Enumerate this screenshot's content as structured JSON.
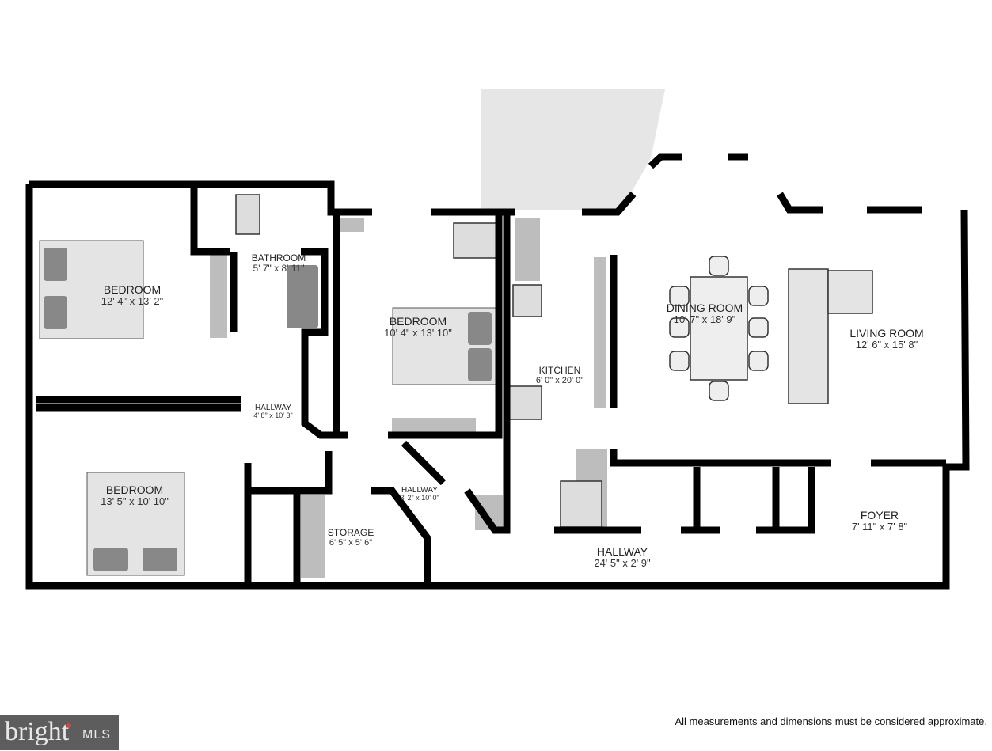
{
  "rooms": [
    {
      "name": "BEDROOM",
      "dims": "12' 4\" x 13' 2\""
    },
    {
      "name": "BATHROOM",
      "dims": "5' 7\" x 8' 11\""
    },
    {
      "name": "BEDROOM",
      "dims": "10' 4\" x 13' 10\""
    },
    {
      "name": "KITCHEN",
      "dims": "6' 0\" x 20' 0\""
    },
    {
      "name": "DINING ROOM",
      "dims": "10' 7\" x 18' 9\""
    },
    {
      "name": "LIVING ROOM",
      "dims": "12' 6\" x 15' 8\""
    },
    {
      "name": "HALLWAY",
      "dims": "4' 8\" x 10' 3\""
    },
    {
      "name": "BEDROOM",
      "dims": "13' 5\" x 10' 10\""
    },
    {
      "name": "STORAGE",
      "dims": "6' 5\" x 5' 6\""
    },
    {
      "name": "HALLWAY",
      "dims": "3' 2\" x 10' 0\""
    },
    {
      "name": "HALLWAY",
      "dims": "24' 5\" x 2' 9\""
    },
    {
      "name": "FOYER",
      "dims": "7' 11\" x 7' 8\""
    }
  ],
  "disclaimer": "All measurements and dimensions must be considered approximate.",
  "logo": {
    "text": "bright MLS",
    "brand": "bright",
    "suffix": "MLS",
    "bg_color": "#5d5d5d",
    "accent_color": "#d9443a"
  },
  "colors": {
    "wall": "#000000",
    "patio": "#e6e6e6",
    "fixture": "#bdbdbd",
    "bed": "#e4e4e4"
  }
}
